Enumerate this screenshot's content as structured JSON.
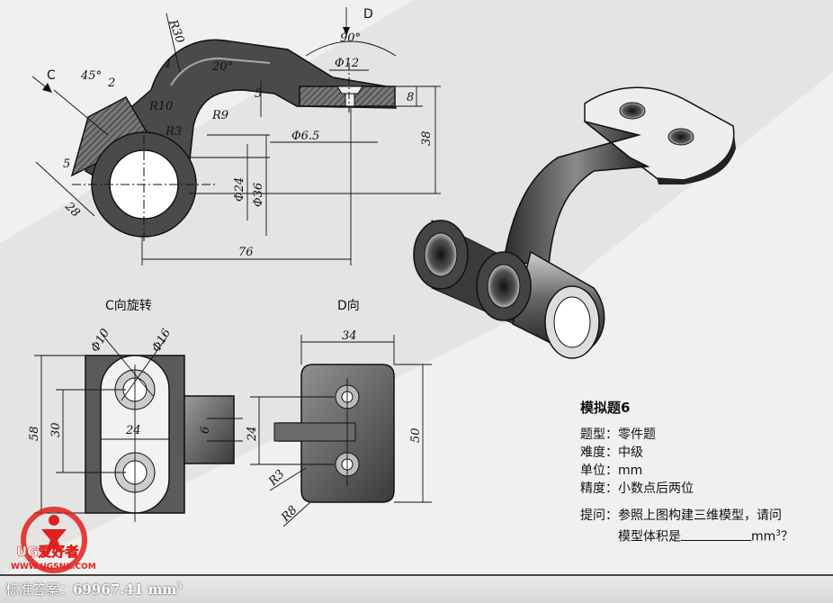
{
  "views": {
    "arrow_c": "C",
    "arrow_d": "D",
    "c_view_title": "C向旋转",
    "d_view_title": "D向"
  },
  "main_dims": {
    "r30": "R30",
    "a90": "90°",
    "a45": "45°",
    "d4": "4",
    "a20": "20°",
    "d2": "2",
    "phi12": "Φ12",
    "r10": "R10",
    "r9": "R9",
    "r3": "R3",
    "d5_top": "5",
    "d8": "8",
    "phi6_5": "Φ6.5",
    "d38": "38",
    "d5": "5",
    "phi24": "Φ24",
    "phi36": "Φ36",
    "d28": "28",
    "d76": "76"
  },
  "c_dims": {
    "phi10": "Φ10",
    "phi16": "Φ16",
    "d58": "58",
    "d30": "30",
    "d24": "24",
    "d6": "6"
  },
  "d_dims": {
    "d34": "34",
    "d24": "24",
    "d50": "50",
    "r3": "R3",
    "r8": "R8"
  },
  "problem": {
    "title": "模拟题6",
    "rows": [
      {
        "key": "题型：",
        "value": "零件题"
      },
      {
        "key": "难度：",
        "value": "中级"
      },
      {
        "key": "单位：",
        "value": "mm"
      },
      {
        "key": "精度：",
        "value": "小数点后两位"
      }
    ],
    "prompt_key": "提问：",
    "prompt_line1": "参照上图构建三维模型，请问",
    "prompt_line2_pre": "模型体积是",
    "prompt_unit": "mm",
    "prompt_exp": "3",
    "prompt_end": "？"
  },
  "footer": {
    "answer_label": "标准答案：",
    "answer_value": "69967.41 mm",
    "answer_exp": "3"
  },
  "watermark": {
    "brand": "UG爱好者",
    "url": "WWW.UGSNX.COM"
  }
}
